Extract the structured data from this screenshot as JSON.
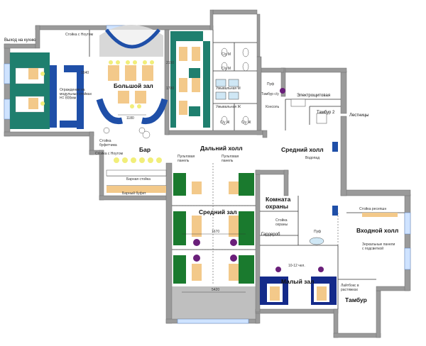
{
  "rooms": {
    "kitchen_exit": "Выход на кухню",
    "bolshoy_zal": "Большой зал",
    "bar": "Бар",
    "dalniy_holl": "Дальний холл",
    "sredniy_holl": "Средний холл",
    "sredniy_zal": "Средний зал",
    "komnata_ohrany": "Комната\nохраны",
    "garderob": "Гардероб",
    "maly_zal": "Малый зал",
    "vhodnoy_holl": "Входной холл",
    "tambur": "Тамбур",
    "tambur2": "Тамбур 2",
    "lestnitsy": "Лестницы",
    "elektroschitovaya": "Электрощитовая"
  },
  "notes": {
    "stoyka_hostess_top": "Стойка с Ноутом",
    "ograzhdenie": "Ограждение на\nмодульных стойках\nН= 800мм",
    "stoyka_bufet": "Стойка\nбуфетчика",
    "stoyka_hostess_bar": "Стойка с Ноутом",
    "barnaya_stoyka": "Барная стойка",
    "barny_bufet": "Барный буфет",
    "pult1": "Пультовая\nпанель",
    "pult2": "Пультовая\nпанель",
    "stoyka_ohrany": "Стойка\nохраны",
    "puf1": "Пуф",
    "puf2": "Пуф",
    "umyvalnya_m": "Умывальная М",
    "umyvalnya_zh": "Умывальная Ж",
    "su_m1": "С/у М",
    "su_m2": "С/у М",
    "su_zh1": "С/у Ж",
    "su_zh2": "С/у Ж",
    "tambur_su": "Тамбур с/у",
    "konsol": "Консоль",
    "kuler": "Водопад",
    "stoyka_reception": "Стойка ресепшн",
    "zerkalnye_paneli": "Зеркальные панели\nс подсветкой",
    "lightbox": "Лайтбокс в\nрастяжках",
    "capacity": "10-12 чел."
  },
  "dimensions": {
    "d1640": "1640",
    "d1180": "1180",
    "d1670": "1670",
    "d5420": "5420",
    "d2150": "2150",
    "d1780": "1780"
  },
  "colors": {
    "wall": "#9a9a9a",
    "teal": "#1f7f6e",
    "blue": "#1f4fa8",
    "green": "#1a7a2e",
    "navy": "#142a8a",
    "table": "#f3c98a",
    "chair_yellow": "#f1ee7a",
    "purple": "#6a1f7a"
  }
}
